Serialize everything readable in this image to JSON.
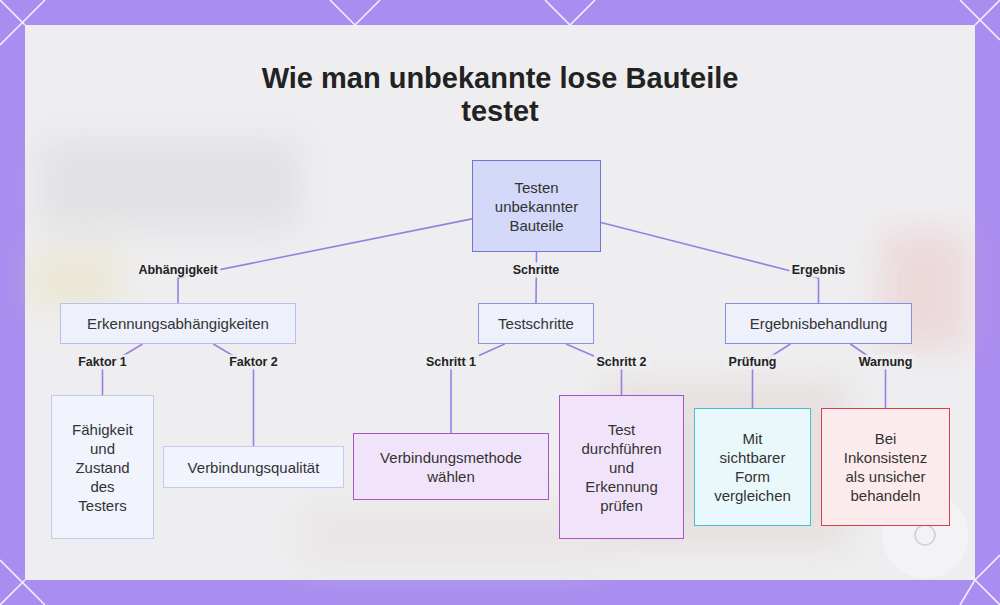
{
  "diagram": {
    "title": "Wie man unbekannte lose Bauteile testet",
    "nodes": [
      {
        "text": [
          "Testen unbekannter Bauteile"
        ]
      },
      {
        "text": [
          "Erkennungsabhängigkeiten"
        ]
      },
      {
        "text": [
          "Testschritte"
        ]
      },
      {
        "text": [
          "Ergebnisbehandlung"
        ]
      },
      {
        "text": [
          "Fähigkeit und Zustand des Testers"
        ]
      },
      {
        "text": [
          "Verbindungsqualität"
        ]
      },
      {
        "text": [
          "Verbindungsmethode wählen"
        ]
      },
      {
        "text": [
          "Test durchführen und Erkennung prüfen"
        ]
      },
      {
        "text": [
          "Mit sichtbarer Form vergleichen"
        ]
      },
      {
        "text": [
          "Bei Inkonsistenz als unsicher behandeln"
        ]
      }
    ],
    "edges": [
      {
        "from": 0,
        "to": 1,
        "label": "Abhängigkeit",
        "arrow": "none"
      },
      {
        "from": 0,
        "to": 2,
        "label": "Schritte",
        "arrow": "none"
      },
      {
        "from": 0,
        "to": 3,
        "label": "Ergebnis",
        "arrow": "none"
      },
      {
        "from": 1,
        "to": 4,
        "label": "Faktor 1",
        "arrow": "none"
      },
      {
        "from": 1,
        "to": 5,
        "label": "Faktor 2",
        "arrow": "none"
      },
      {
        "from": 2,
        "to": 6,
        "label": "Schritt 1",
        "arrow": "none"
      },
      {
        "from": 2,
        "to": 7,
        "label": "Schritt 2",
        "arrow": "none"
      },
      {
        "from": 3,
        "to": 8,
        "label": "Prüfung",
        "arrow": "none"
      },
      {
        "from": 3,
        "to": 9,
        "label": "Warnung",
        "arrow": "none"
      }
    ]
  }
}
